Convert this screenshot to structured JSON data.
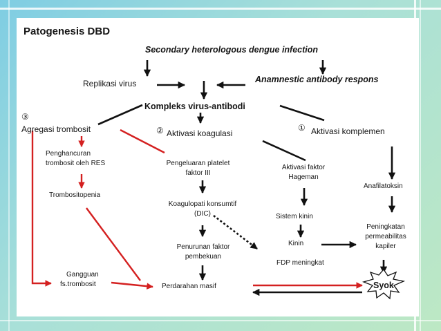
{
  "title": "Patogenesis DBD",
  "nodes": {
    "secondary_infection": "Secondary heterologous dengue infection",
    "replikasi_virus": "Replikasi virus",
    "anamnestic": "Anamnestic antibody respons",
    "kompleks": "Kompleks virus-antibodi",
    "num3": "③",
    "num2": "②",
    "num1": "①",
    "agregasi": "Agregasi trombosit",
    "aktivasi_koagulasi": "Aktivasi koagulasi",
    "aktivasi_komplemen": "Aktivasi komplemen",
    "penghancuran_1": "Penghancuran",
    "penghancuran_2": "trombosit oleh RES",
    "pengeluaran_1": "Pengeluaran platelet",
    "pengeluaran_2": "faktor III",
    "aktivasi_faktor_1": "Aktivasi faktor",
    "aktivasi_faktor_2": "Hageman",
    "anafilatoksin": "Anafilatoksin",
    "trombositopenia": "Trombositopenia",
    "koagulopati_1": "Koagulopati konsumtif",
    "koagulopati_2": "(DIC)",
    "sistem_kinin": "Sistem kinin",
    "peningkatan_1": "Peningkatan",
    "peningkatan_2": "permeabilitas",
    "peningkatan_3": "kapiler",
    "kinin": "Kinin",
    "penurunan_1": "Penurunan faktor",
    "penurunan_2": "pembekuan",
    "fdp": "FDP meningkat",
    "gangguan_1": "Gangguan",
    "gangguan_2": "fs.trombosit",
    "perdarahan": "Perdarahan masif",
    "syok": "Syok"
  },
  "colors": {
    "arrow_black": "#111111",
    "arrow_red": "#d42020",
    "background": "#ffffff",
    "frame_teal": "#7fcde3",
    "frame_green": "#bde8c4"
  }
}
